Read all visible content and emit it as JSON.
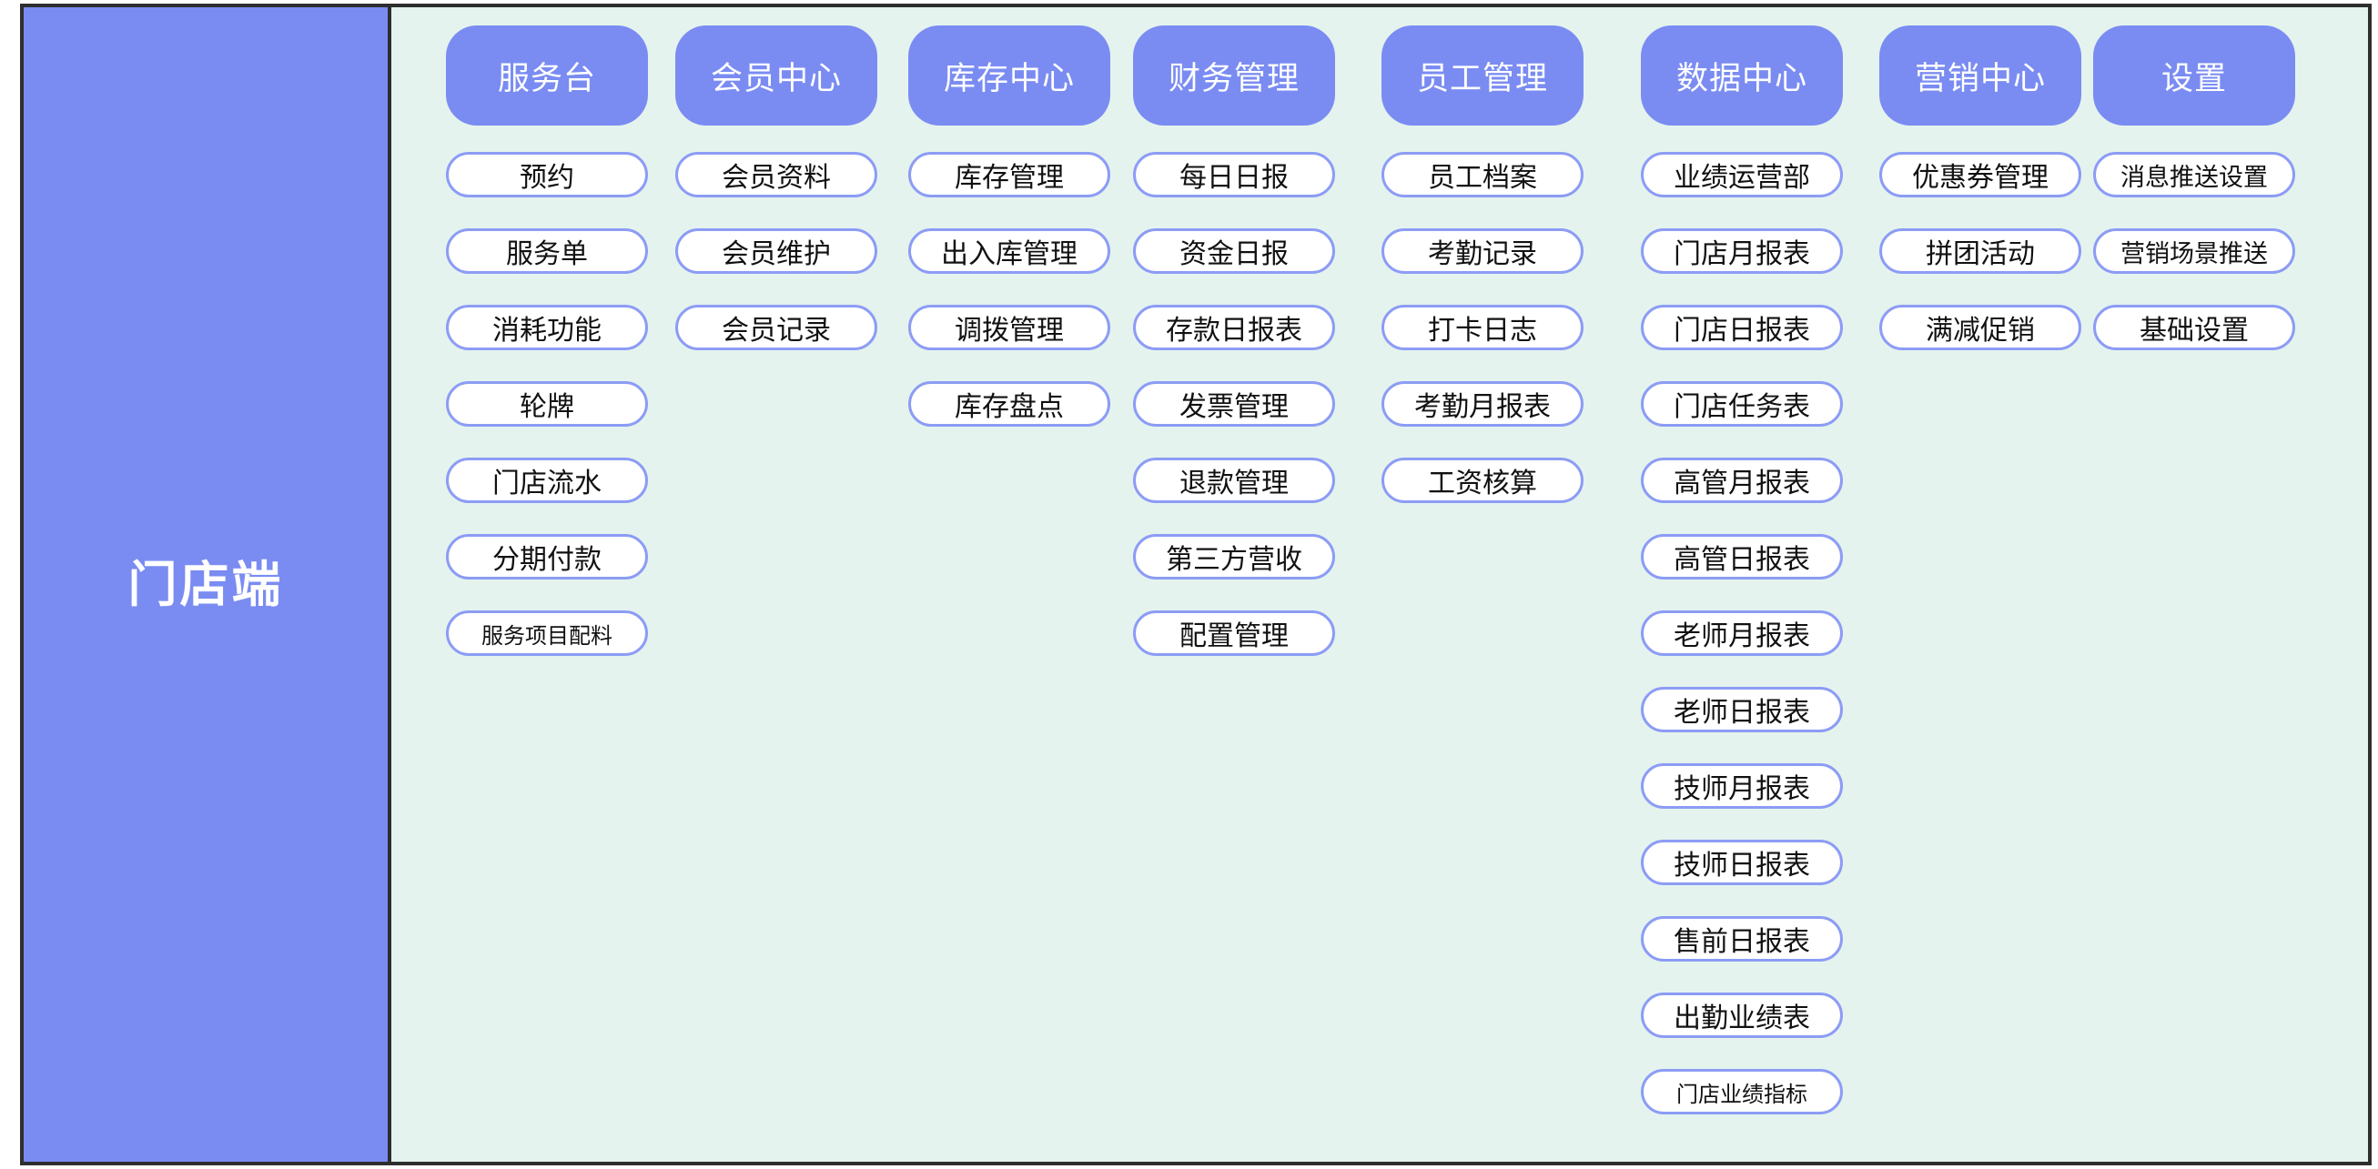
{
  "sidebar": {
    "title": "门店端"
  },
  "colors": {
    "accent_blue": "#7a8cf2",
    "node_border": "#8c9cf5",
    "content_background": "#e5f3ee",
    "frame_border": "#2e2e2e",
    "node_text": "#111111",
    "header_text": "#ffffff"
  },
  "columns": [
    {
      "header": "服务台",
      "items": [
        {
          "label": "预约"
        },
        {
          "label": "服务单"
        },
        {
          "label": "消耗功能"
        },
        {
          "label": "轮牌"
        },
        {
          "label": "门店流水"
        },
        {
          "label": "分期付款"
        },
        {
          "label": "服务项目配料",
          "text_size": "sm"
        }
      ]
    },
    {
      "header": "会员中心",
      "items": [
        {
          "label": "会员资料"
        },
        {
          "label": "会员维护"
        },
        {
          "label": "会员记录"
        }
      ]
    },
    {
      "header": "库存中心",
      "items": [
        {
          "label": "库存管理"
        },
        {
          "label": "出入库管理"
        },
        {
          "label": "调拨管理"
        },
        {
          "label": "库存盘点"
        }
      ]
    },
    {
      "header": "财务管理",
      "items": [
        {
          "label": "每日日报"
        },
        {
          "label": "资金日报"
        },
        {
          "label": "存款日报表"
        },
        {
          "label": "发票管理"
        },
        {
          "label": "退款管理"
        },
        {
          "label": "第三方营收"
        },
        {
          "label": "配置管理"
        }
      ]
    },
    {
      "header": "员工管理",
      "items": [
        {
          "label": "员工档案"
        },
        {
          "label": "考勤记录"
        },
        {
          "label": "打卡日志"
        },
        {
          "label": "考勤月报表"
        },
        {
          "label": "工资核算"
        }
      ]
    },
    {
      "header": "数据中心",
      "items": [
        {
          "label": "业绩运营部"
        },
        {
          "label": "门店月报表"
        },
        {
          "label": "门店日报表"
        },
        {
          "label": "门店任务表"
        },
        {
          "label": "高管月报表"
        },
        {
          "label": "高管日报表"
        },
        {
          "label": "老师月报表"
        },
        {
          "label": "老师日报表"
        },
        {
          "label": "技师月报表"
        },
        {
          "label": "技师日报表"
        },
        {
          "label": "售前日报表"
        },
        {
          "label": "出勤业绩表"
        },
        {
          "label": "门店业绩指标",
          "text_size": "sm"
        }
      ]
    },
    {
      "header": "营销中心",
      "items": [
        {
          "label": "优惠券管理"
        },
        {
          "label": "拼团活动"
        },
        {
          "label": "满减促销"
        }
      ]
    },
    {
      "header": "设置",
      "items": [
        {
          "label": "消息推送设置",
          "text_size": "md"
        },
        {
          "label": "营销场景推送",
          "text_size": "md"
        },
        {
          "label": "基础设置"
        }
      ]
    }
  ]
}
